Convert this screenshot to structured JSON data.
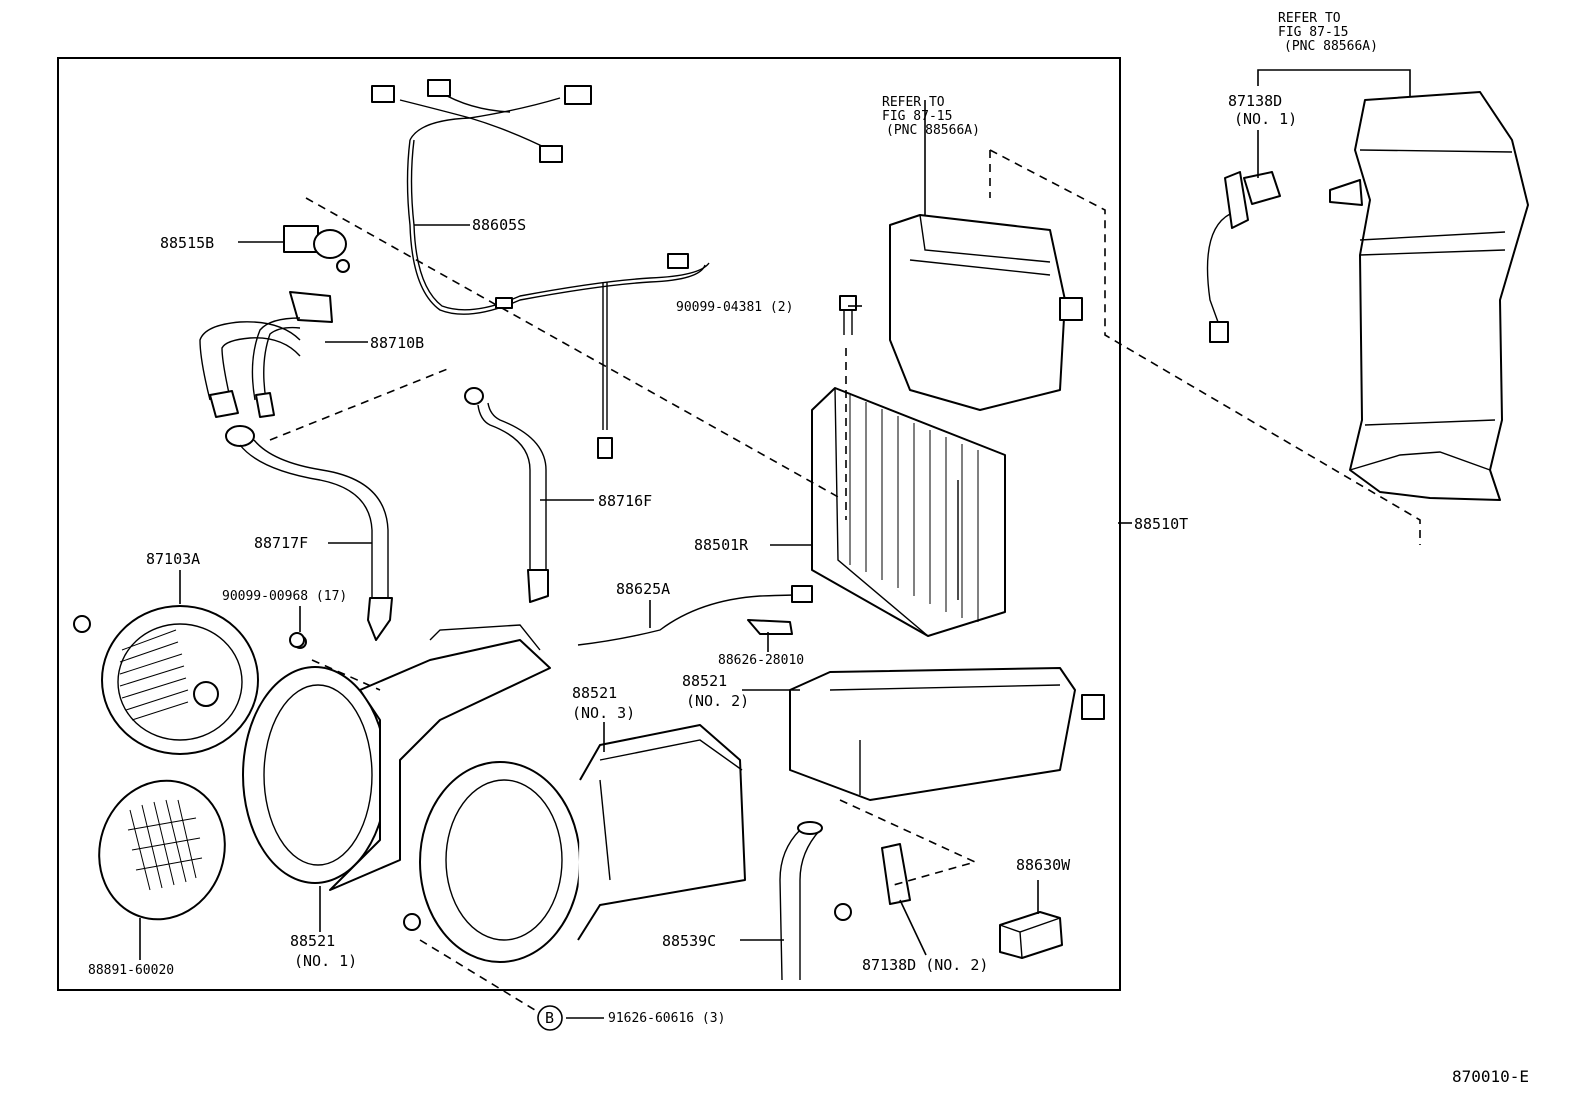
{
  "labels": {
    "refer_top_1": "REFER TO",
    "refer_top_2": "FIG 87-15",
    "refer_top_3": "(PNC 88566A)",
    "refer_mid_1": "REFER TO",
    "refer_mid_2": "FIG 87-15",
    "refer_mid_3": "(PNC 88566A)",
    "p87138d_no1_a": "87138D",
    "p87138d_no1_b": "(NO. 1)",
    "p88605s": "88605S",
    "p88515b": "88515B",
    "p88710b": "88710B",
    "p90099_04381": "90099-04381 (2)",
    "p88716f": "88716F",
    "p88717f": "88717F",
    "p88501r": "88501R",
    "p88510t": "88510T",
    "p87103a": "87103A",
    "p90099_00968": "90099-00968 (17)",
    "p88625a": "88625A",
    "p88626_28010": "88626-28010",
    "p88521_no2_a": "88521",
    "p88521_no2_b": "(NO. 2)",
    "p88521_no3_a": "88521",
    "p88521_no3_b": "(NO. 3)",
    "p88521_no1_a": "88521",
    "p88521_no1_b": "(NO. 1)",
    "p88630w": "88630W",
    "p88539c": "88539C",
    "p87138d_no2": "87138D (NO. 2)",
    "p88891_60020": "88891-60020",
    "callout_b": "B",
    "p91626_60616": "91626-60616 (3)",
    "figure_code": "870010-E"
  }
}
